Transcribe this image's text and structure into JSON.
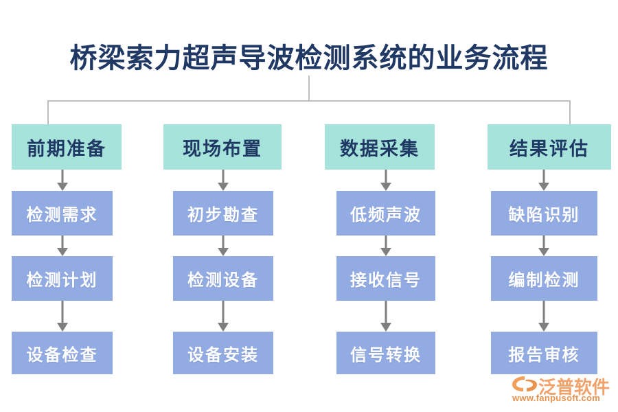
{
  "title": "桥梁索力超声导波检测系统的业务流程",
  "colors": {
    "title_text": "#1F3864",
    "header_box": "#A6E3DB",
    "header_text": "#1F3864",
    "step_box": "#92ACE3",
    "step_text": "#FFFFFF",
    "connector": "#BFBFBF",
    "arrow": "#7F7F7F",
    "logo_orange": "#E8934F",
    "background": "#FFFFFF"
  },
  "flow": {
    "columns": [
      {
        "header": "前期准备",
        "steps": [
          "检测需求",
          "检测计划",
          "设备检查"
        ]
      },
      {
        "header": "现场布置",
        "steps": [
          "初步勘查",
          "检测设备",
          "设备安装"
        ]
      },
      {
        "header": "数据采集",
        "steps": [
          "低频声波",
          "接收信号",
          "信号转换"
        ]
      },
      {
        "header": "结果评估",
        "steps": [
          "缺陷识别",
          "编制检测",
          "报告审核"
        ]
      }
    ]
  },
  "logo": {
    "wordmark": "泛普软件",
    "url": "www.fanpusoft.com"
  }
}
